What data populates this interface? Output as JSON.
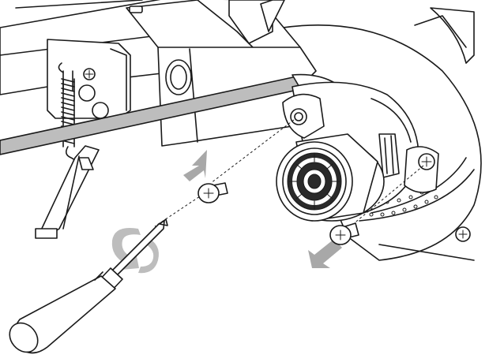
{
  "figure": {
    "labels": [],
    "colors": {
      "line": "#1a1a1a",
      "arrow": "#a8a8a8",
      "tool_grey": "#bdbdbd",
      "background": "#ffffff"
    },
    "parts": [
      "frame",
      "kickstand",
      "return-spring",
      "pry-bar",
      "crank-hub",
      "flywheel",
      "left-screw",
      "right-screw",
      "screwdriver",
      "rotation-arrow",
      "remove-arrow-left",
      "remove-arrow-right"
    ]
  }
}
